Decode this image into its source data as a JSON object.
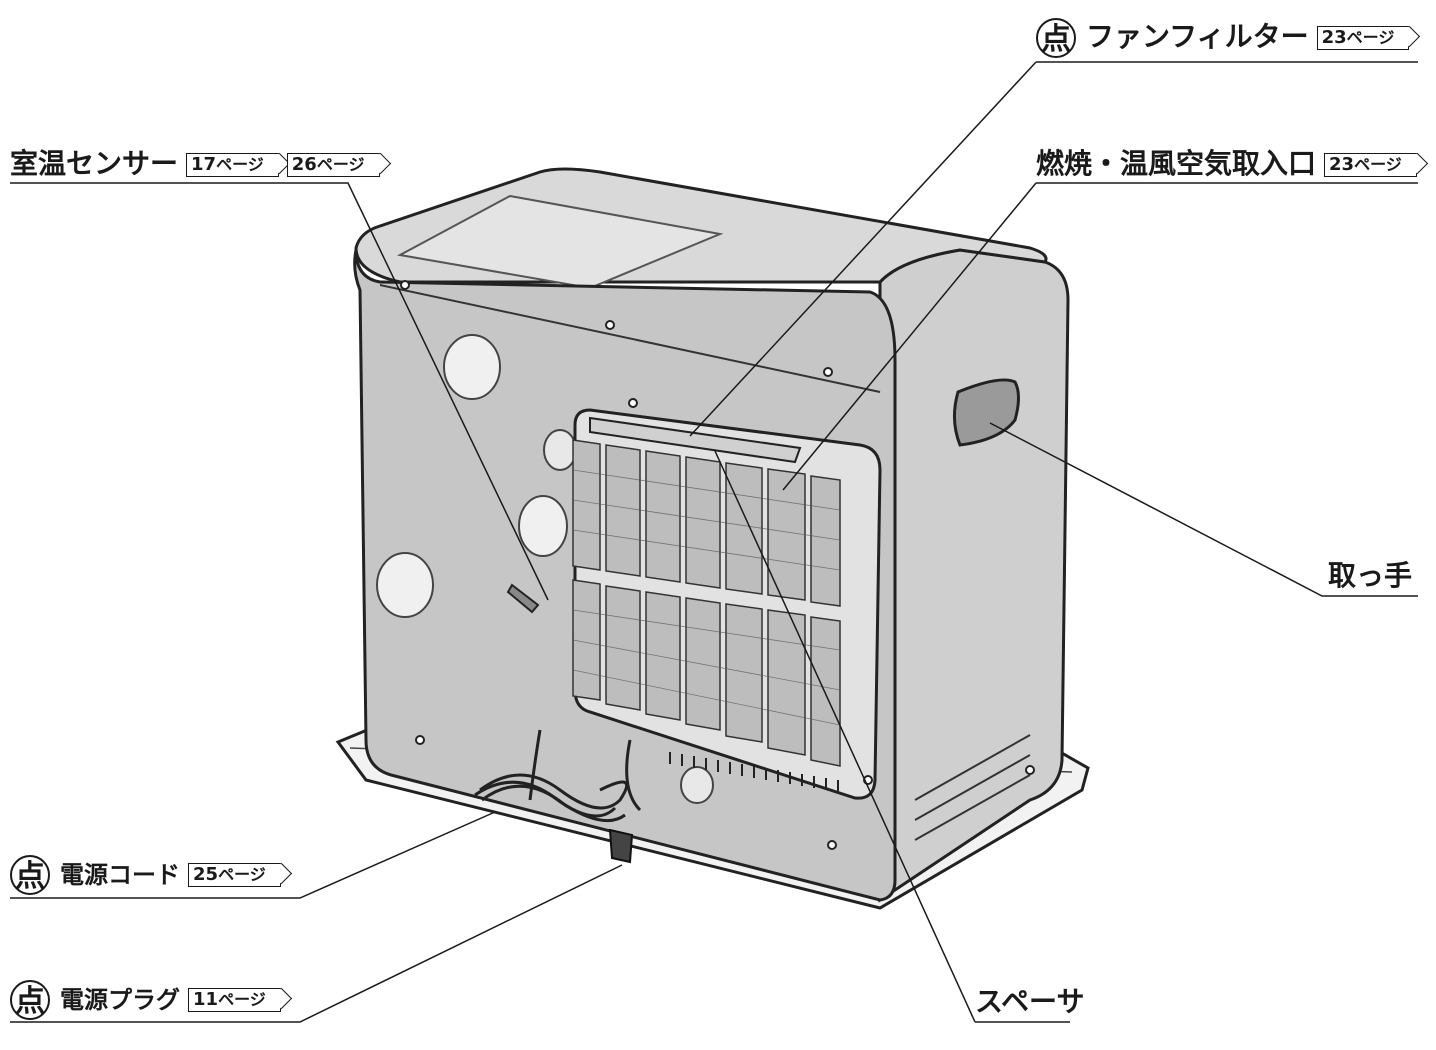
{
  "labels": {
    "fan_filter": {
      "text": "ファンフィルター",
      "ref": "23",
      "unit": "ページ",
      "mark": "点"
    },
    "room_sensor": {
      "text": "室温センサー",
      "ref1": "17",
      "ref2": "26",
      "unit": "ページ"
    },
    "air_intake": {
      "text": "燃焼・温風空気取入口",
      "ref": "23",
      "unit": "ページ"
    },
    "handle": {
      "text": "取っ手"
    },
    "power_cord": {
      "text": "電源コード",
      "ref": "25",
      "unit": "ページ",
      "mark": "点"
    },
    "power_plug": {
      "text": "電源プラグ",
      "ref": "11",
      "unit": "ページ",
      "mark": "点"
    },
    "spacer": {
      "text": "スペーサ"
    }
  }
}
